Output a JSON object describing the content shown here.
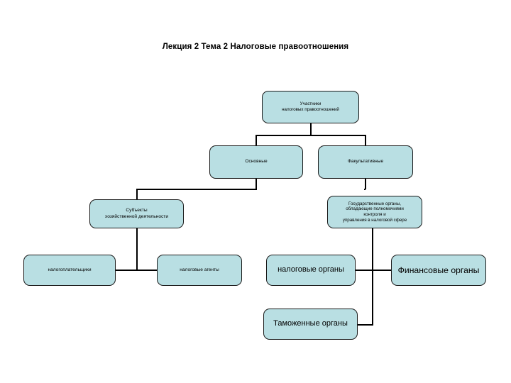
{
  "slide": {
    "title": "Лекция 2 Тема 2 Налоговые правоотношения",
    "background_color": "#ffffff",
    "node_fill_color": "#b9dfe3",
    "node_border_color": "#1a1a1a",
    "connector_color": "#000000"
  },
  "nodes": {
    "root": {
      "label": "Участники\nналоговых правоотношений"
    },
    "main": {
      "label": "Основные"
    },
    "optional": {
      "label": "Факультативные"
    },
    "business_subjects": {
      "label": "Субъекты\nхозяйственной деятельности"
    },
    "state_bodies": {
      "label": "Государственные органы,\nобладающие полномочиями\nконтроля и\nуправления в налоговой сфере"
    },
    "taxpayers": {
      "label": "налогоплательщики"
    },
    "tax_agents": {
      "label": "налоговые агенты"
    },
    "tax_authorities": {
      "label": "налоговые органы"
    },
    "financial_authorities": {
      "label": "Финансовые органы"
    },
    "customs_authorities": {
      "label": "Таможенные органы"
    }
  }
}
